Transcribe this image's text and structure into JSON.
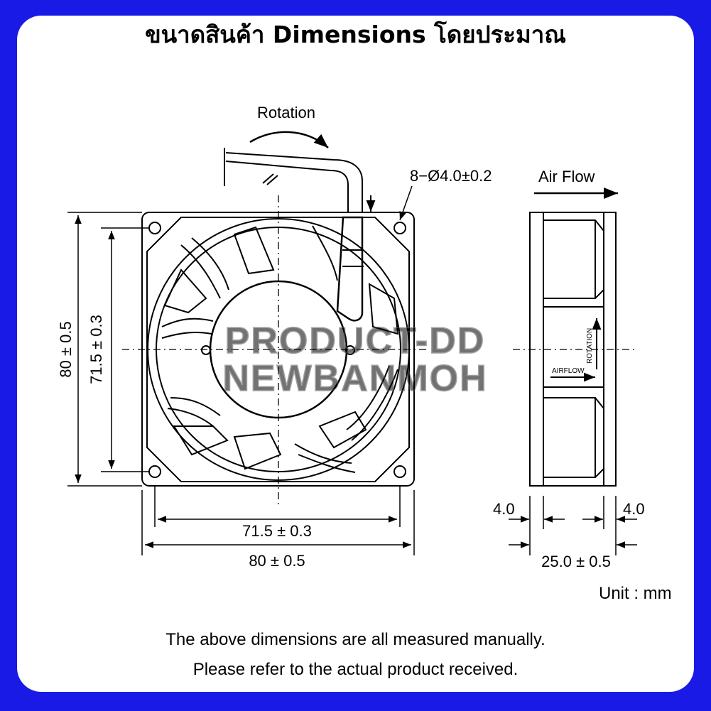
{
  "title": "ขนาดสินค้า Dimensions โดยประมาณ",
  "labels": {
    "rotation": "Rotation",
    "holes": "8−Ø4.0±0.2",
    "airflow": "Air Flow",
    "outer_height": "80 ± 0.5",
    "inner_height": "71.5 ± 0.3",
    "inner_width": "71.5 ± 0.3",
    "outer_width": "80 ± 0.5",
    "flange_left": "4.0",
    "flange_right": "4.0",
    "depth": "25.0 ± 0.5",
    "side_rotation": "ROTATION",
    "side_airflow": "AIRFLOW"
  },
  "watermark": {
    "line1": "PRODUCT-DD",
    "line2": "NEWBANMOH"
  },
  "unit": "Unit : mm",
  "notes": [
    "The above dimensions are all measured manually.",
    "Please refer to the actual product received."
  ],
  "colors": {
    "frame": "#1a1ae6",
    "card": "#ffffff",
    "ink": "#000000"
  }
}
